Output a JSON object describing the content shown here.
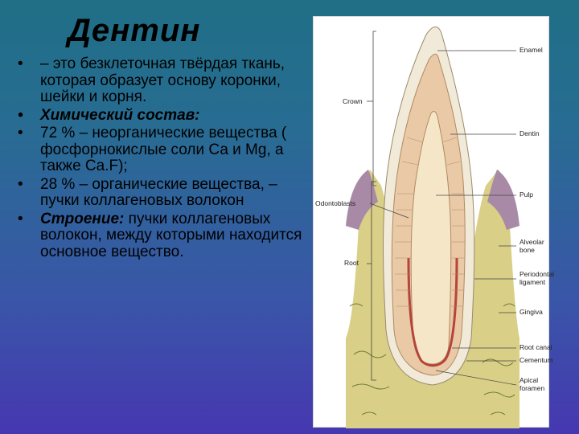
{
  "slide": {
    "title": "Дентин",
    "bullets": [
      {
        "marker": "•",
        "text": "– это безклеточная твёрдая ткань, которая образует основу коронки, шейки и корня."
      },
      {
        "marker": "•",
        "text": "Химический состав:"
      },
      {
        "marker": "•",
        "text": "72 % – неорганические вещества ( фосфорнокислые соли Са и Mg, а также Ca.F);"
      },
      {
        "marker": "•",
        "text": "28 % – органические вещества, – пучки коллагеновых волокон"
      },
      {
        "marker": "•",
        "lead": "Строение:",
        "text": " пучки коллагеновых волокон, между которыми находится основное вещество."
      }
    ]
  },
  "diagram": {
    "labels": {
      "enamel": "Enamel",
      "crown": "Crown",
      "dentin": "Dentin",
      "pulp": "Pulp",
      "odontoblasts": "Odontoblasts",
      "alveolar_1": "Alveolar",
      "alveolar_2": "bone",
      "root": "Root",
      "periodontal_1": "Periodontal",
      "periodontal_2": "ligament",
      "gingiva": "Gingiva",
      "root_canal": "Root canal",
      "cementum": "Cementum",
      "apical_1": "Apical",
      "apical_2": "foramen"
    },
    "colors": {
      "bone": "#d9cf86",
      "enamel": "#f2ead9",
      "dentin": "#e9c9a6",
      "pulp": "#f5e6c8",
      "gingiva": "#a98aa6",
      "canal": "#b6443a"
    }
  }
}
